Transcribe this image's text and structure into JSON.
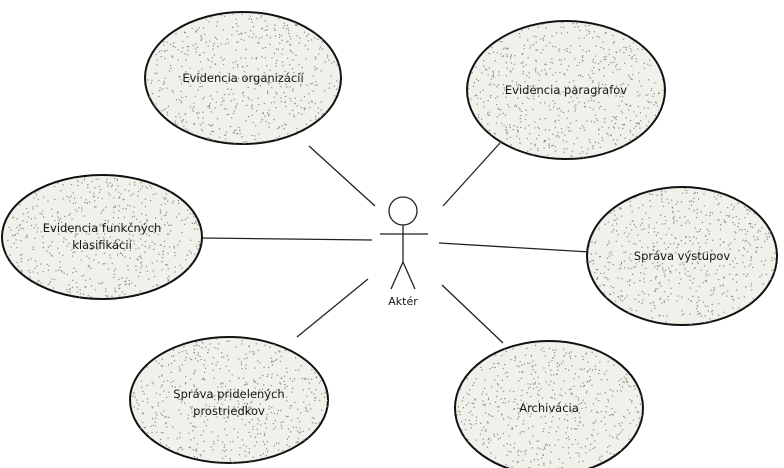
{
  "actor": {
    "label": "Aktér"
  },
  "use_cases": [
    {
      "id": "uc-evidencia-organizacii",
      "lines": [
        "Evidencia organizácií"
      ]
    },
    {
      "id": "uc-evidencia-paragrafov",
      "lines": [
        "Evidencia paragrafov"
      ]
    },
    {
      "id": "uc-evidencia-funkcnych-klasifikacii",
      "lines": [
        "Evidencia funkčných",
        "klasifikácií"
      ]
    },
    {
      "id": "uc-sprava-vystupov",
      "lines": [
        "Správa výstupov"
      ]
    },
    {
      "id": "uc-sprava-pridelenych-prostriedkov",
      "lines": [
        "Správa pridelených",
        "prostriedkov"
      ]
    },
    {
      "id": "uc-archivacia",
      "lines": [
        "Archivácia"
      ]
    }
  ],
  "colors": {
    "ellipse_fill": "#f1f1ec",
    "ellipse_stroke": "#111111",
    "dot": "#8a8a80"
  }
}
